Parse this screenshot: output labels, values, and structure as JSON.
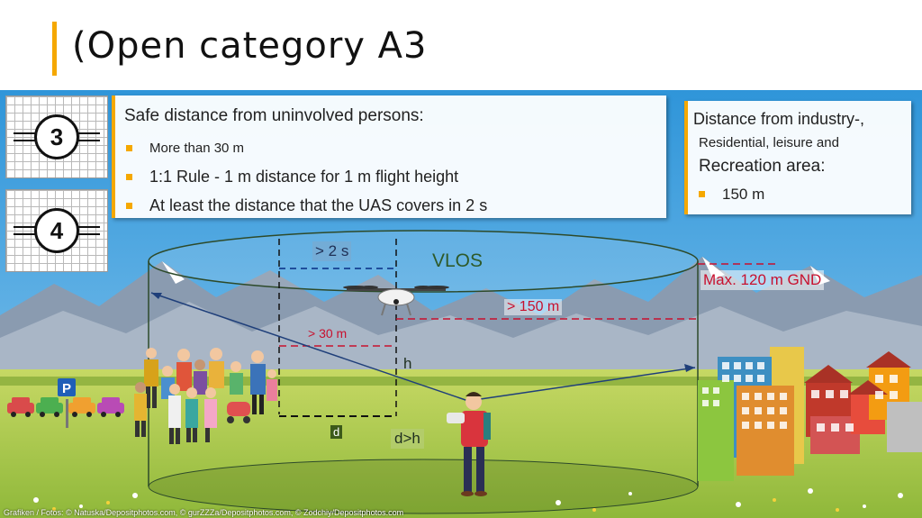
{
  "title": "(Open category A3",
  "signs": [
    {
      "number": "3"
    },
    {
      "number": "4"
    }
  ],
  "persons_panel": {
    "heading": "Safe distance from uninvolved persons:",
    "bullets": [
      "More than 30 m",
      "1:1 Rule - 1 m distance for 1 m flight height",
      "At least the distance that the UAS covers in 2 s"
    ]
  },
  "areas_panel": {
    "heading_line1": "Distance from industry-,",
    "heading_line2": "Residential, leisure and",
    "heading_line3": "Recreation area:",
    "bullets": [
      "150 m"
    ]
  },
  "diagram": {
    "time_label": "> 2 s",
    "vlos_label": "VLOS",
    "max_height_label": "Max. 120 m GND",
    "area_distance_label": "> 150 m",
    "person_distance_label": "> 30 m",
    "height_label": "h",
    "distance_label": "d",
    "ratio_label": "d>h"
  },
  "parking_sign": "P",
  "credit": "Grafiken / Fotos: © Natuska/Depositphotos.com, © gurZZZa/Depositphotos.com, © Zodchiy/Depositphotos.com",
  "colors": {
    "accent": "#f5a800",
    "sky": "#3a9fde",
    "grass": "#b6cd4a",
    "red_dash": "#c8102e",
    "blue_dash": "#1f4e9c"
  },
  "icons": [
    "drone-icon",
    "pilot-icon",
    "crowd-icon",
    "buildings-icon",
    "parking-sign-icon",
    "car-icon"
  ]
}
